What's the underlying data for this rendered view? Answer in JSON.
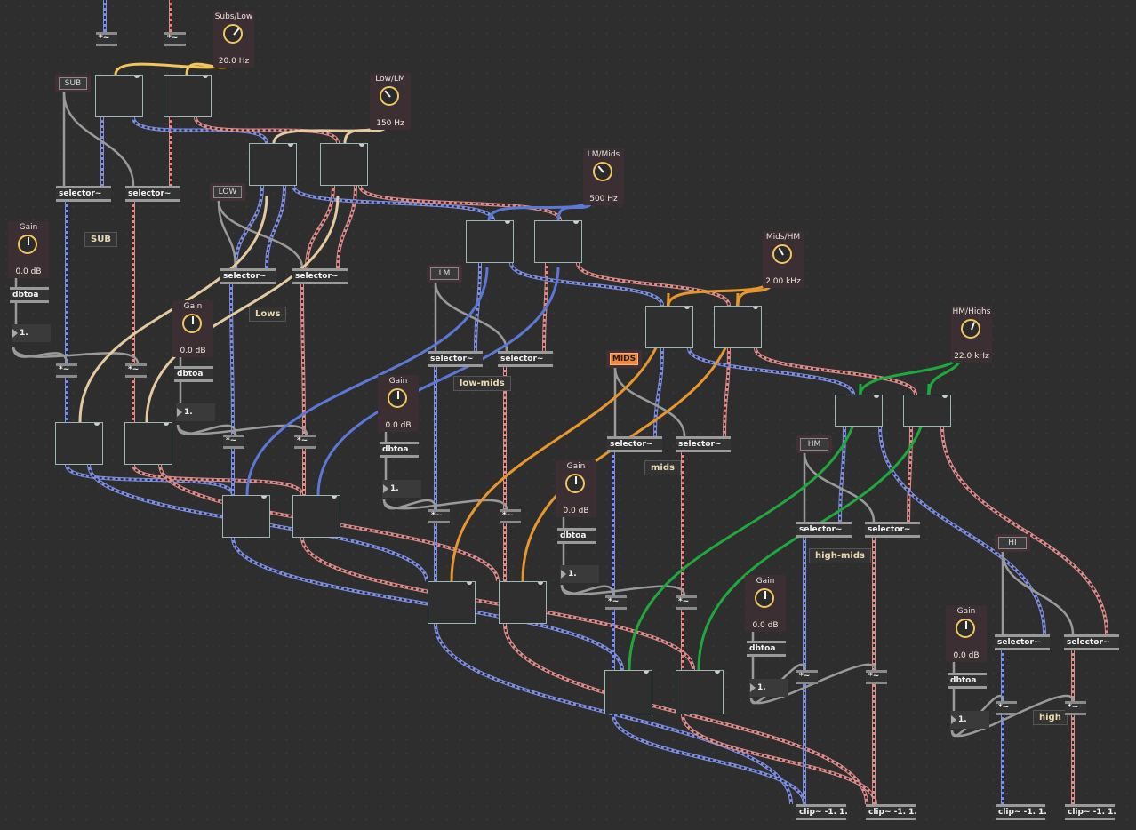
{
  "dials": [
    {
      "label": "Subs/Low",
      "value": "20.0 Hz"
    },
    {
      "label": "Low/LM",
      "value": "150 Hz"
    },
    {
      "label": "LM/Mids",
      "value": "500 Hz"
    },
    {
      "label": "Mids/HM",
      "value": "2.00 kHz"
    },
    {
      "label": "HM/Highs",
      "value": "22.0 kHz"
    }
  ],
  "gains": [
    {
      "label": "Gain",
      "value": "0.0 dB"
    },
    {
      "label": "Gain",
      "value": "0.0 dB"
    },
    {
      "label": "Gain",
      "value": "0.0 dB"
    },
    {
      "label": "Gain",
      "value": "0.0 dB"
    },
    {
      "label": "Gain",
      "value": "0.0 dB"
    },
    {
      "label": "Gain",
      "value": "0.0 dB"
    }
  ],
  "toggles": [
    "SUB",
    "LOW",
    "LM",
    "MIDS",
    "HM",
    "HI"
  ],
  "comments": [
    "SUB",
    "Lows",
    "low-mids",
    "mids",
    "high-mids",
    "high"
  ],
  "objects": {
    "selector": "selector~",
    "dbtoa": "dbtoa",
    "mul": "*~",
    "float": "1.",
    "clip": "clip~ -1. 1."
  },
  "colors": {
    "background": "#2e2e2e",
    "wire_gray": "#9a9a9a",
    "wire_blue": "#7d8ee6",
    "wire_red": "#e08a8a",
    "wire_yellow": "#f2c65d",
    "wire_beige": "#e3caa0",
    "wire_royal": "#5b78d6",
    "wire_orange": "#e8962e",
    "wire_green": "#1fa83d",
    "mids_active": "#f0863a"
  }
}
